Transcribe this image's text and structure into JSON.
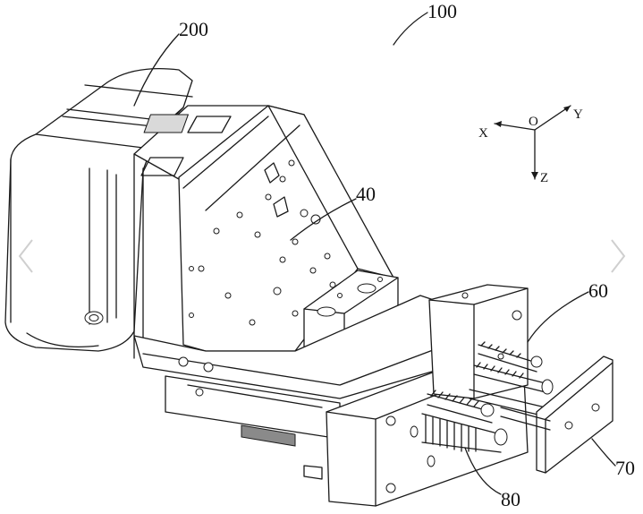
{
  "labels": {
    "assembly": "100",
    "part_200": "200",
    "part_40": "40",
    "part_60": "60",
    "part_70": "70",
    "part_80": "80"
  },
  "axes": {
    "origin": "O",
    "x": "X",
    "y": "Y",
    "z": "Z"
  },
  "icons": {
    "prev": "chevron-left-icon",
    "next": "chevron-right-icon"
  }
}
